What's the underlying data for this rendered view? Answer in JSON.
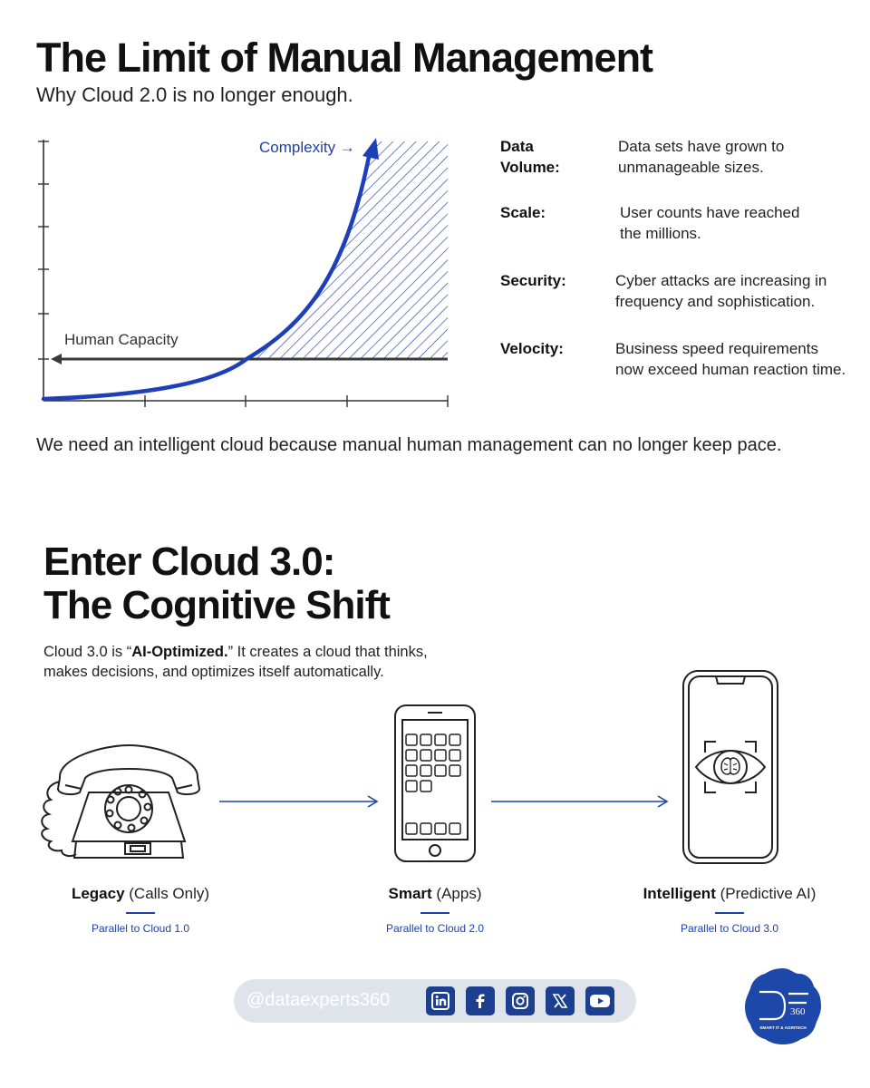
{
  "section1": {
    "title": "The Limit of Manual Management",
    "subtitle": "Why Cloud 2.0 is no longer enough.",
    "chart": {
      "complexity_label": "Complexity →",
      "human_label": "Human Capacity"
    },
    "facts": [
      {
        "label": "Data Volume:",
        "line1": "Data sets have grown to",
        "line2": "unmanageable sizes."
      },
      {
        "label": "Scale:",
        "line1": "User counts have reached",
        "line2": "the millions."
      },
      {
        "label": "Security:",
        "line1": "Cyber attacks are increasing in",
        "line2": "frequency and sophistication."
      },
      {
        "label": "Velocity:",
        "line1": "Business speed requirements",
        "line2": "now exceed human reaction time."
      }
    ],
    "conclusion": "We need an intelligent cloud because manual human management can no longer keep pace."
  },
  "section2": {
    "title_line1": "Enter Cloud 3.0:",
    "title_line2": "The Cognitive Shift",
    "intro_before": "Cloud 3.0 is “",
    "intro_bold": "AI-Optimized.",
    "intro_after": "” It creates a cloud that thinks,",
    "intro_line2": "makes decisions, and optimizes itself automatically.",
    "stages": [
      {
        "name": "Legacy",
        "detail": " (Calls Only)",
        "sub": "Parallel to Cloud 1.0"
      },
      {
        "name": "Smart",
        "detail": " (Apps)",
        "sub": "Parallel to Cloud 2.0"
      },
      {
        "name": "Intelligent",
        "detail": " (Predictive AI)",
        "sub": "Parallel to Cloud 3.0"
      }
    ]
  },
  "footer": {
    "handle": "@dataexperts360",
    "socials": [
      "linkedin-icon",
      "facebook-icon",
      "instagram-icon",
      "x-icon",
      "youtube-icon"
    ],
    "logo_text": "360",
    "logo_tagline": "SMART IT & AGRITECH"
  },
  "colors": {
    "accent": "#1e40af",
    "dark": "#1a1a1a",
    "social": "#1d3f8f",
    "pill": "#dfe3ea"
  }
}
